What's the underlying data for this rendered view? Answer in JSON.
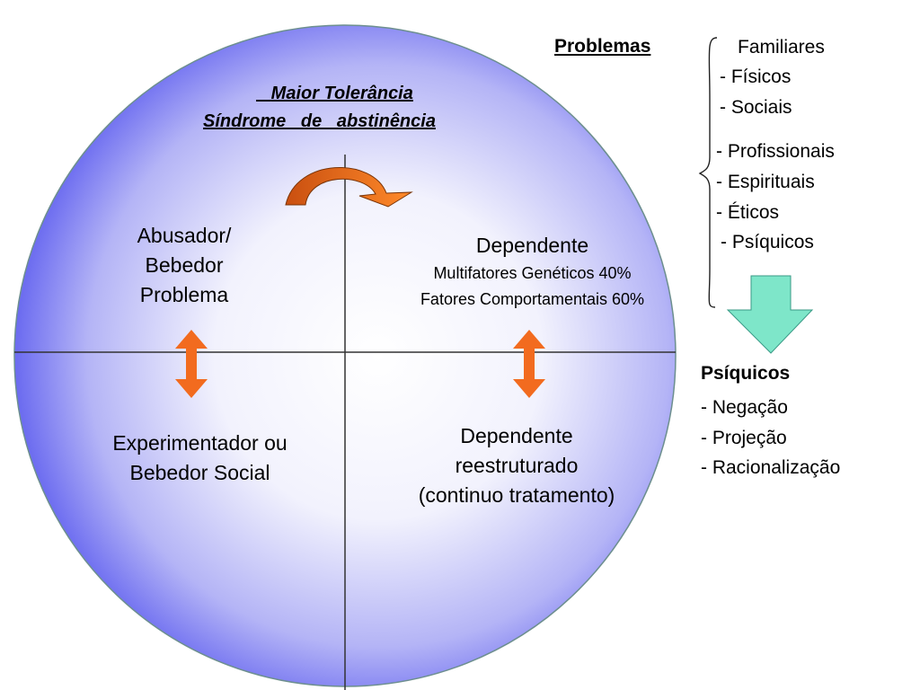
{
  "circle": {
    "title_line1": "Maior Tolerância",
    "title_line2": "Síndrome   de   abstinência",
    "quadrants": {
      "top_left": [
        "Abusador/",
        "Bebedor",
        "Problema"
      ],
      "top_right": {
        "heading": "Dependente",
        "lines": [
          "Multifatores Genéticos 40%",
          "Fatores Comportamentais 60%"
        ]
      },
      "bottom_left": [
        "Experimentador ou",
        "Bebedor Social"
      ],
      "bottom_right": [
        "Dependente",
        "reestruturado",
        "(continuo tratamento)"
      ]
    }
  },
  "problemas": {
    "heading": "Problemas",
    "items": [
      "Familiares",
      "- Físicos",
      "- Sociais",
      "- Profissionais",
      "- Espirituais",
      "- Éticos",
      "- Psíquicos"
    ]
  },
  "psiquicos": {
    "heading": "Psíquicos",
    "items": [
      "- Negação",
      "- Projeção",
      "- Racionalização"
    ]
  },
  "colors": {
    "circle_center": "#ffffff",
    "circle_edge": "#6f6ff2",
    "double_arrow": "#f26b1f",
    "curved_arrow": "#e0601a",
    "down_arrow": "#7ee6c9",
    "axis_lines": "#333333"
  }
}
